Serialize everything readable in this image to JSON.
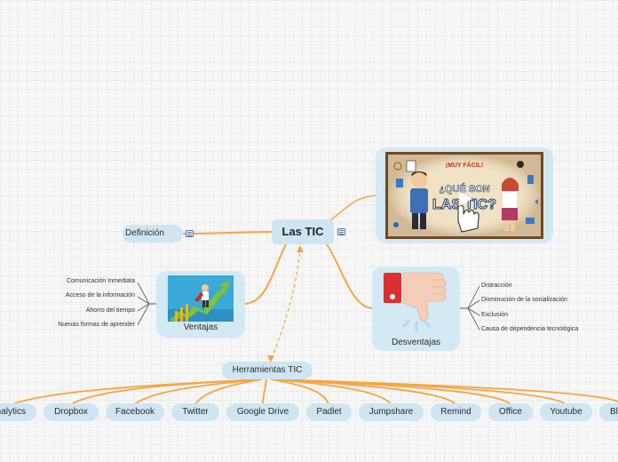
{
  "root": {
    "label": "Las TIC"
  },
  "definicion": {
    "label": "Definición"
  },
  "video": {
    "banner": "¡MUY FÁCIL!",
    "title_line1": "¿QUÉ SON",
    "title_line2": "LAS TIC?"
  },
  "ventajas": {
    "label": "Ventajas",
    "items": [
      "Comunicación Inmediata",
      "Acceso de la información",
      "Ahorro del tiempo",
      "Nuevas formas de aprender"
    ]
  },
  "desventajas": {
    "label": "Desventajas",
    "items": [
      "Distracción",
      "Disminución de la socialización",
      "Exclusión",
      "Causa de dependencia tecnológica"
    ]
  },
  "herramientas": {
    "label": "Herramientas TIC",
    "tools": [
      "nalytics",
      "Dropbox",
      "Facebook",
      "Twitter",
      "Google Drive",
      "Padlet",
      "Jumpshare",
      "Remind",
      "Office",
      "Youtube",
      "Bl"
    ]
  },
  "colors": {
    "connector": "#f7a540",
    "node": "#cfe6f2",
    "dashed": "#f7a540"
  },
  "icons": {
    "note": "note-icon",
    "play": "play-icon",
    "thumbs_down": "thumbs-down-icon"
  }
}
